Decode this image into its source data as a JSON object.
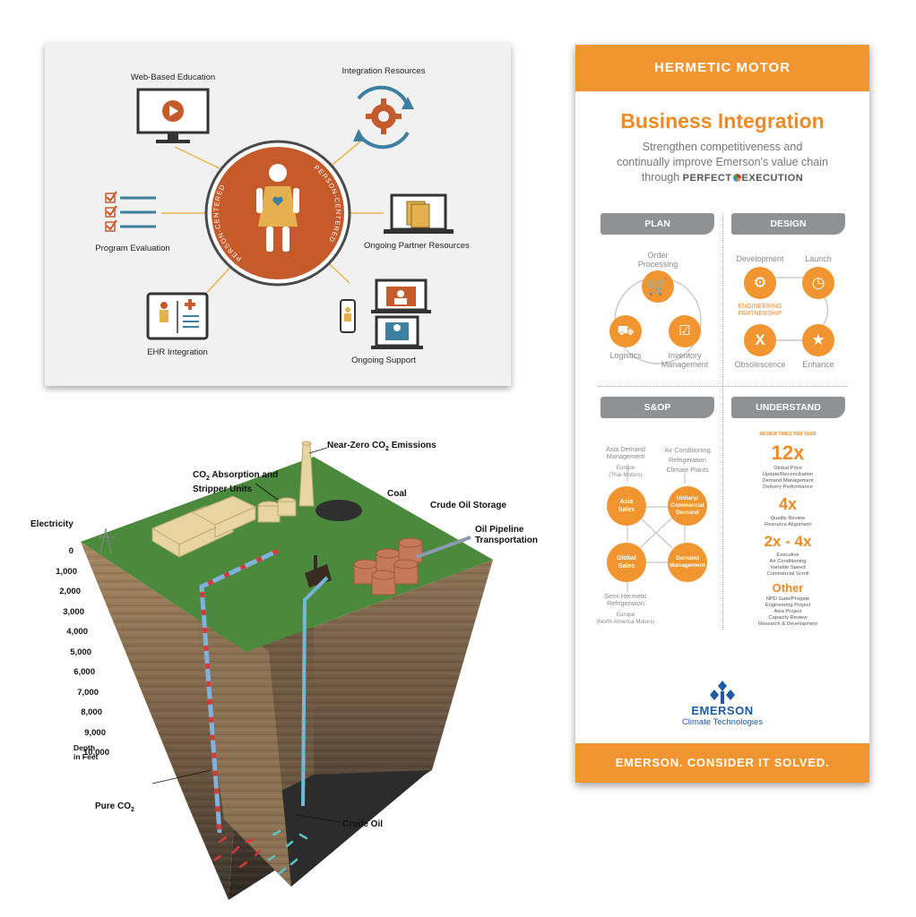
{
  "panel1": {
    "center_text": "PERSON-CENTERED",
    "labels": {
      "web_education": "Web-Based Education",
      "integration": "Integration Resources",
      "program_eval": "Program Evaluation",
      "partner": "Ongoing Partner Resources",
      "ehr": "EHR Integration",
      "support": "Ongoing Support"
    }
  },
  "panel2": {
    "labels": {
      "emissions_pre": "Near-Zero CO",
      "emissions_sub": "2",
      "emissions_post": " Emissions",
      "absorption_pre": "CO",
      "absorption_sub": "2",
      "absorption_post": " Absorption and",
      "absorption_line2": "Stripper Units",
      "coal": "Coal",
      "crude_storage": "Crude Oil Storage",
      "electricity": "Electricity",
      "pipeline_line1": "Oil Pipeline",
      "pipeline_line2": "Transportation",
      "pure_co2_pre": "Pure CO",
      "pure_co2_sub": "2",
      "crude_oil": "Crude Oil",
      "depth_line1": "Depth",
      "depth_line2": "in Feet"
    },
    "depths": [
      "0",
      "1,000",
      "2,000",
      "3,000",
      "4,000",
      "5,000",
      "6,000",
      "7,000",
      "8,000",
      "9,000",
      "10,000"
    ]
  },
  "panel3": {
    "header": "HERMETIC MOTOR",
    "title": "Business Integration",
    "subtitle_line1": "Strengthen competitiveness and",
    "subtitle_line2": "continually improve Emerson's value chain",
    "subtitle_line3_pre": "through ",
    "subtitle_brand_a": "PERFECT",
    "subtitle_brand_b": "EXECUTION",
    "sections": {
      "plan": "PLAN",
      "design": "DESIGN",
      "sop": "S&OP",
      "understand": "UNDERSTAND"
    },
    "plan": {
      "order_line1": "Order",
      "order_line2": "Processing",
      "logistics": "Logistics",
      "inventory_line1": "Inventory",
      "inventory_line2": "Management"
    },
    "design": {
      "development": "Development",
      "launch": "Launch",
      "eng_line1": "ENGINEERING",
      "eng_line2": "PARTNERSHIP",
      "obsolescence": "Obsolescence",
      "enhance": "Enhance",
      "x_mark": "X"
    },
    "sop": {
      "asia_demand_line1": "Asia Demand",
      "asia_demand_line2": "Management",
      "europe_thai_line1": "Europe",
      "europe_thai_line2": "(Thai Motors)",
      "ac_line1": "Air Conditioning",
      "ac_line2": "Refrigeration",
      "ac_line3": "Climate Plants",
      "asia_sales_line1": "Asia",
      "asia_sales_line2": "Sales",
      "unitary_line1": "Unitary/",
      "unitary_line2": "Commercial",
      "unitary_line3": "Demand",
      "global_sales_line1": "Global",
      "global_sales_line2": "Sales",
      "demand_mgmt_line1": "Demand",
      "demand_mgmt_line2": "Management",
      "semi_line1": "Semi Hermetic",
      "semi_line2": "Refrigeration",
      "europe_na_line1": "Europe",
      "europe_na_line2": "(North America Motors)"
    },
    "understand": {
      "review_times": "REVIEW TIMES PER YEAR",
      "v12": "12x",
      "v12_items": [
        "Global Price",
        "Update/Reconciliation",
        "Demand Management",
        "Delivery Performance"
      ],
      "v4": "4x",
      "v4_items": [
        "Quality Review",
        "Resource Alignment"
      ],
      "v2_4": "2x - 4x",
      "v2_4_items": [
        "Executive",
        "Air Conditioning",
        "Variable Speed",
        "Commercial Scroll"
      ],
      "other": "Other",
      "other_items": [
        "NPD Gate/Progate",
        "Engineering Project",
        "Asia Project",
        "Capacity Review",
        "Research & Development"
      ]
    },
    "logo_name": "EMERSON",
    "logo_sub": "Climate Technologies",
    "footer": "EMERSON. CONSIDER IT SOLVED."
  },
  "colors": {
    "orange": "#f0952f",
    "rust": "#c55a2b",
    "grey_pill": "#8f9193",
    "grass": "#4b8a3c"
  }
}
